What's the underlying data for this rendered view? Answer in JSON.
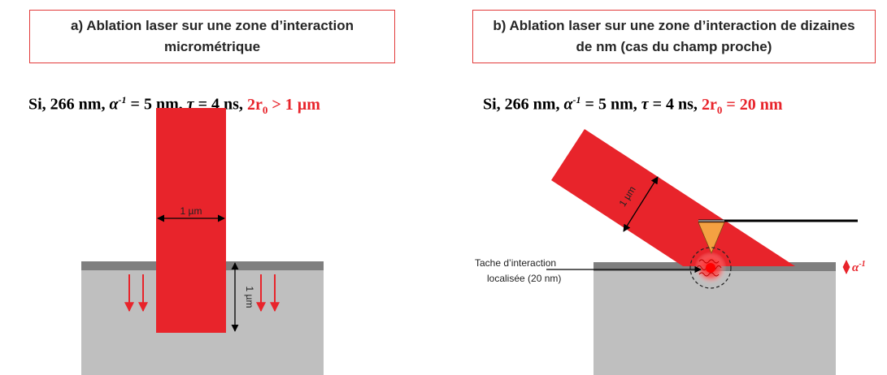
{
  "panel_a": {
    "title": "a) Ablation laser sur une zone d’interaction micrométrique",
    "params": {
      "material": "Si, 266 nm,",
      "alpha_symbol": "α",
      "alpha_exp": "-1",
      "alpha_value": "= 5 nm,",
      "tau_symbol": "τ",
      "tau_value": "= 4 ns,",
      "spot_prefix": "2r",
      "spot_sub": "0",
      "spot_value": "> 1 µm"
    },
    "beam_width_label": "1 µm",
    "depth_label": "1 µm"
  },
  "panel_b": {
    "title": "b) Ablation laser sur une zone d’interaction de dizaines de nm (cas du champ proche)",
    "params": {
      "material": "Si, 266 nm,",
      "alpha_symbol": "α",
      "alpha_exp": "-1",
      "alpha_value": "= 5 nm,",
      "tau_symbol": "τ",
      "tau_value": "= 4 ns,",
      "spot_prefix": "2r",
      "spot_sub": "0",
      "spot_value": "= 20 nm"
    },
    "beam_width_label": "1 µm",
    "spot_label_line1": "Tache d’interaction",
    "spot_label_line2": "localisée (20 nm)",
    "absorption_label": "α",
    "absorption_exp": "-1"
  },
  "colors": {
    "laser": "#e8242b",
    "substrate": "#bfbfbf",
    "surface_layer": "#7f7f7f",
    "tip": "#f4a142",
    "title_border": "#e23b3b"
  }
}
